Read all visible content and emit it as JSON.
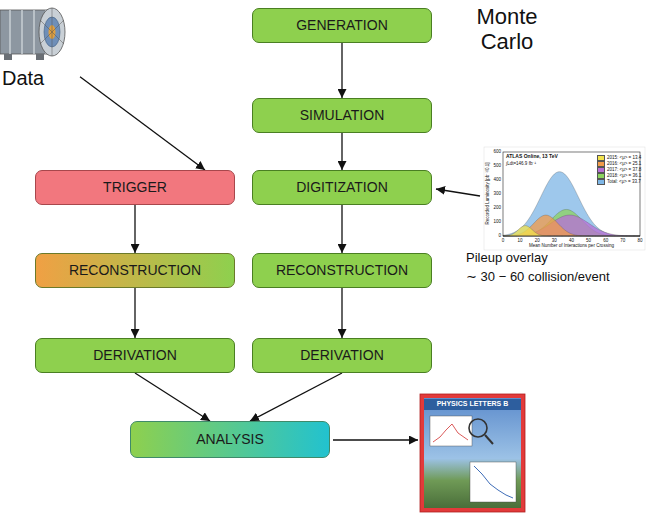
{
  "diagram": {
    "nodes": [
      {
        "text": [
          "Data"
        ]
      },
      {
        "text": [
          "GENERATION"
        ]
      },
      {
        "text": [
          "SIMULATION"
        ]
      },
      {
        "text": [
          "TRIGGER"
        ]
      },
      {
        "text": [
          "DIGITIZATION"
        ]
      },
      {
        "text": [
          "RECONSTRUCTION"
        ]
      },
      {
        "text": [
          "RECONSTRUCTION"
        ]
      },
      {
        "text": [
          "DERIVATION"
        ]
      },
      {
        "text": [
          "DERIVATION"
        ]
      },
      {
        "text": [
          "ANALYSIS"
        ]
      }
    ],
    "edges": [
      {
        "from": 0,
        "to": 3,
        "arrow": "to"
      },
      {
        "from": 1,
        "to": 2,
        "arrow": "to"
      },
      {
        "from": 2,
        "to": 4,
        "arrow": "to"
      },
      {
        "from": 3,
        "to": 5,
        "arrow": "to"
      },
      {
        "from": 4,
        "to": 6,
        "arrow": "to"
      },
      {
        "from": 5,
        "to": 7,
        "arrow": "to"
      },
      {
        "from": 6,
        "to": 8,
        "arrow": "to"
      },
      {
        "from": 7,
        "to": 9,
        "arrow": "to"
      },
      {
        "from": 8,
        "to": 9,
        "arrow": "to"
      }
    ],
    "labels": [
      "Monte Carlo",
      "Pileup overlay",
      "∼ 30 − 60 collision/event",
      "ATLAS Online, 13 TeV",
      "∫Ldt=146.9 fb⁻¹",
      "Recorded Luminosity [pb⁻¹/0.1]",
      "Mean Number of Interactions per Crossing",
      "0",
      "10",
      "20",
      "30",
      "40",
      "50",
      "60",
      "70",
      "80",
      "0",
      "100",
      "200",
      "300",
      "400",
      "500",
      "600",
      "PHYSICS LETTERS B"
    ],
    "legend": [
      {
        "text": "2015: <μ> = 13.4",
        "color": "#f2e34c"
      },
      {
        "text": "2016: <μ> = 25.1",
        "color": "#f29b4a"
      },
      {
        "text": "2017: <μ> = 37.8",
        "color": "#b86fd6"
      },
      {
        "text": "2018: <μ> = 36.1",
        "color": "#8cd35f"
      },
      {
        "text": "Total: <μ> = 33.7",
        "color": "#7eb6e6"
      }
    ]
  }
}
